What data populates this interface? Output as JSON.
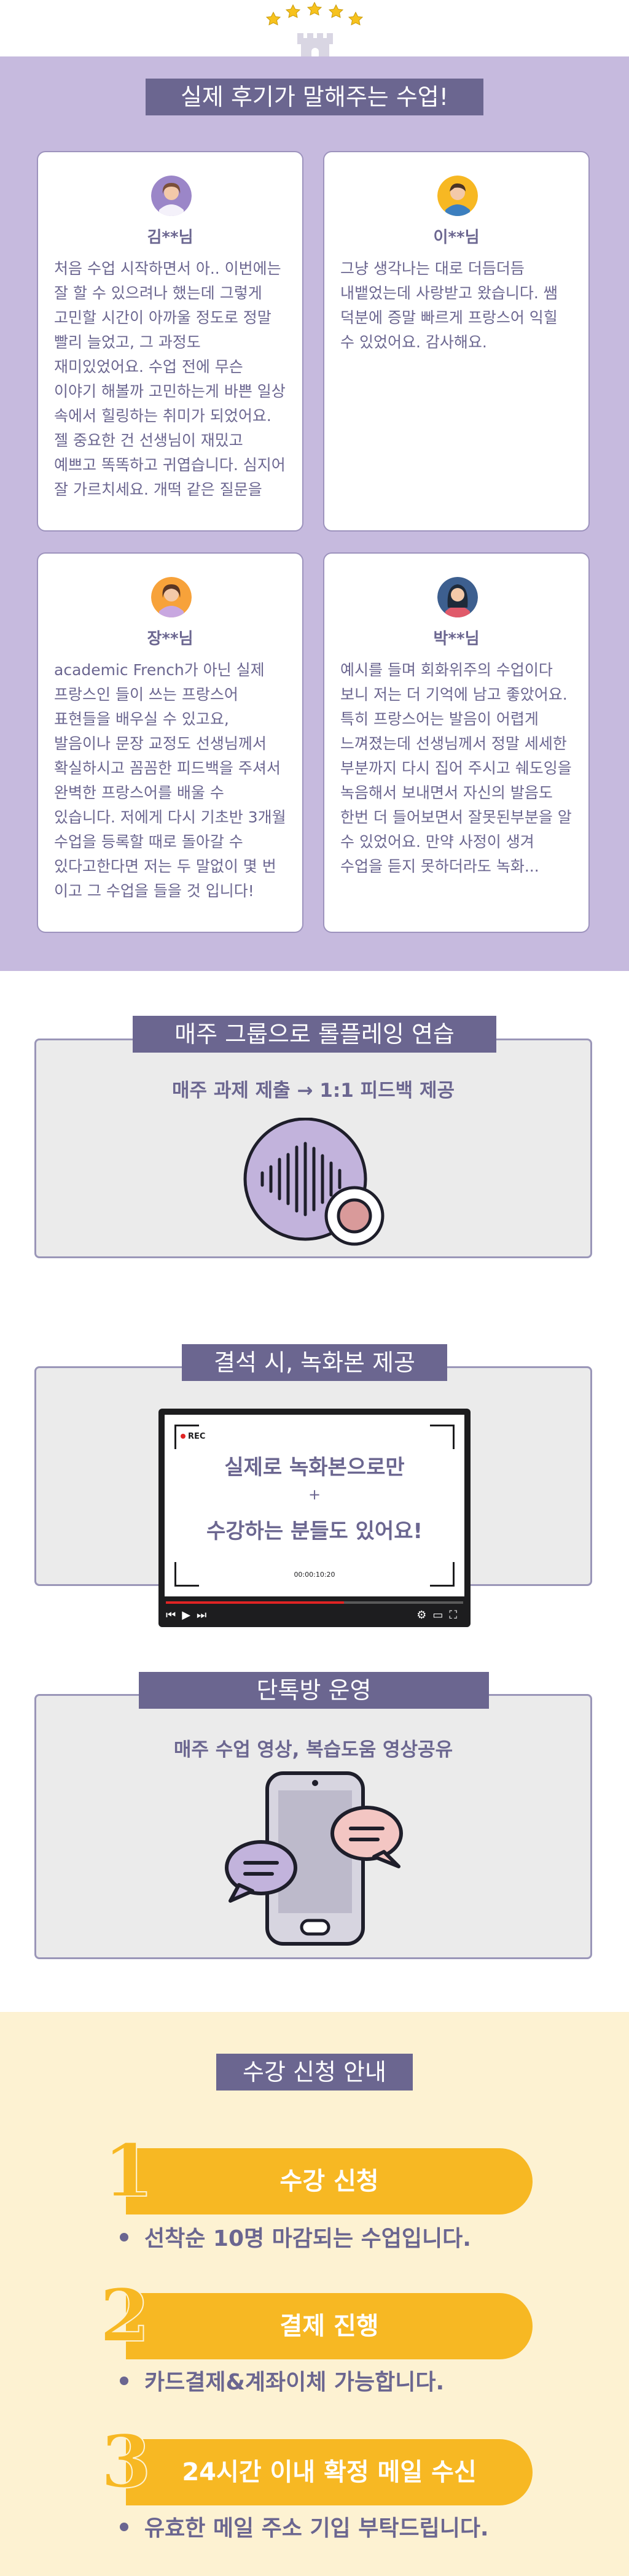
{
  "reviews": {
    "title": "실제 후기가 말해주는 수업!",
    "items": [
      {
        "name": "김**님",
        "text": "처음 수업 시작하면서 아.. 이번에는 잘 할 수 있으려나 했는데 그렇게 고민할 시간이 아까울 정도로 정말 빨리 늘었고, 그 과정도 재미있었어요. 수업 전에 무슨 이야기 해볼까 고민하는게 바쁜 일상 속에서 힐링하는 취미가 되었어요. 젤 중요한 건 선생님이 재밌고 예쁘고 똑똑하고 귀엽습니다. 심지어 잘 가르치세요. 개떡 같은 질문을 찰떡같이...",
        "avatar_color": "#9b86c8"
      },
      {
        "name": "이**님",
        "text": "그냥 생각나는 대로 더듬더듬 내뱉었는데 사랑받고 왔습니다. 쌤 덕분에 증말 빠르게 프랑스어 익힐 수 있었어요. 감사해요.",
        "avatar_color": "#f7b823"
      },
      {
        "name": "장**님",
        "text": "academic French가 아닌 실제 프랑스인 들이 쓰는 프랑스어 표현들을 배우실 수 있고요, 발음이나 문장 교정도 선생님께서 확실하시고 꼼꼼한 피드백을 주셔서 완벽한 프랑스어를 배울 수 있습니다. 저에게 다시 기초반 3개월 수업을 등록할 때로 돌아갈 수 있다고한다면 저는 두 말없이 몇 번 이고 그 수업을 들을 것 입니다!",
        "avatar_color": "#f7a23a"
      },
      {
        "name": "박**님",
        "text": "예시를 들며 회화위주의 수업이다 보니 저는 더 기억에 남고 좋았어요.\n특히 프랑스어는 발음이 어렵게 느껴졌는데 선생님께서 정말 세세한 부분까지 다시 집어 주시고 쉐도잉을 녹음해서 보내면서 자신의 발음도 한번 더 들어보면서 잘못된부분을 알 수 있었어요. 만약 사정이 생겨 수업을 듣지 못하더라도 녹화...",
        "avatar_color": "#3d5f8f"
      }
    ]
  },
  "features": [
    {
      "title": "매주 그룹으로 롤플레잉 연습",
      "subtitle": "매주 과제 제출 → 1:1 피드백 제공",
      "icon": "voice-recording-icon"
    },
    {
      "title": "결석 시, 녹화본 제공",
      "video": {
        "rec": "REC",
        "line1": "실제로 녹화본으로만",
        "plus": "+",
        "line2": "수강하는 분들도 있어요!",
        "timecode": "00:00:10:20"
      },
      "icon": "video-player-icon"
    },
    {
      "title": "단톡방 운영",
      "subtitle": "매주 수업 영상, 복습도움 영상공유",
      "icon": "smartphone-chat-icon"
    }
  ],
  "enroll": {
    "title": "수강 신청 안내",
    "steps": [
      {
        "num": "1",
        "label": "수강 신청",
        "desc": "선착순 10명 마감되는 수업입니다."
      },
      {
        "num": "2",
        "label": "결제 진행",
        "desc": "카드결제&계좌이체 가능합니다."
      },
      {
        "num": "3",
        "label": "24시간 이내 확정 메일 수신",
        "desc": "유효한 메일 주소 기입 부탁드립니다."
      }
    ]
  },
  "colors": {
    "accent": "#6b6690",
    "lavender": "#c6bade",
    "yellow": "#f7b823",
    "cream": "#fdf2d2"
  }
}
